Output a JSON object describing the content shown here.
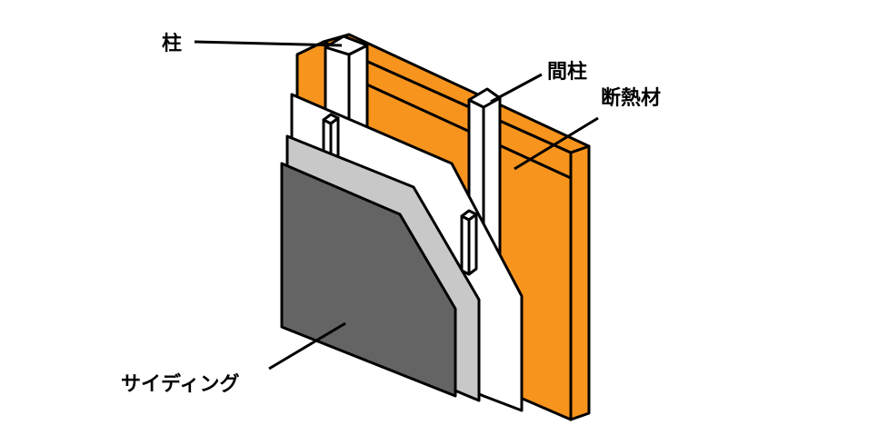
{
  "labels": {
    "hashira": "柱",
    "mabashira": "間柱",
    "dannetsuzai": "断熱材",
    "siding": "サイディング"
  },
  "colors": {
    "insulation": "#f7941d",
    "insulation_side": "#f7941d",
    "board": "#ffffff",
    "gray_board": "#c8c8c8",
    "siding": "#646464",
    "outline": "#000000",
    "background": "#ffffff"
  }
}
